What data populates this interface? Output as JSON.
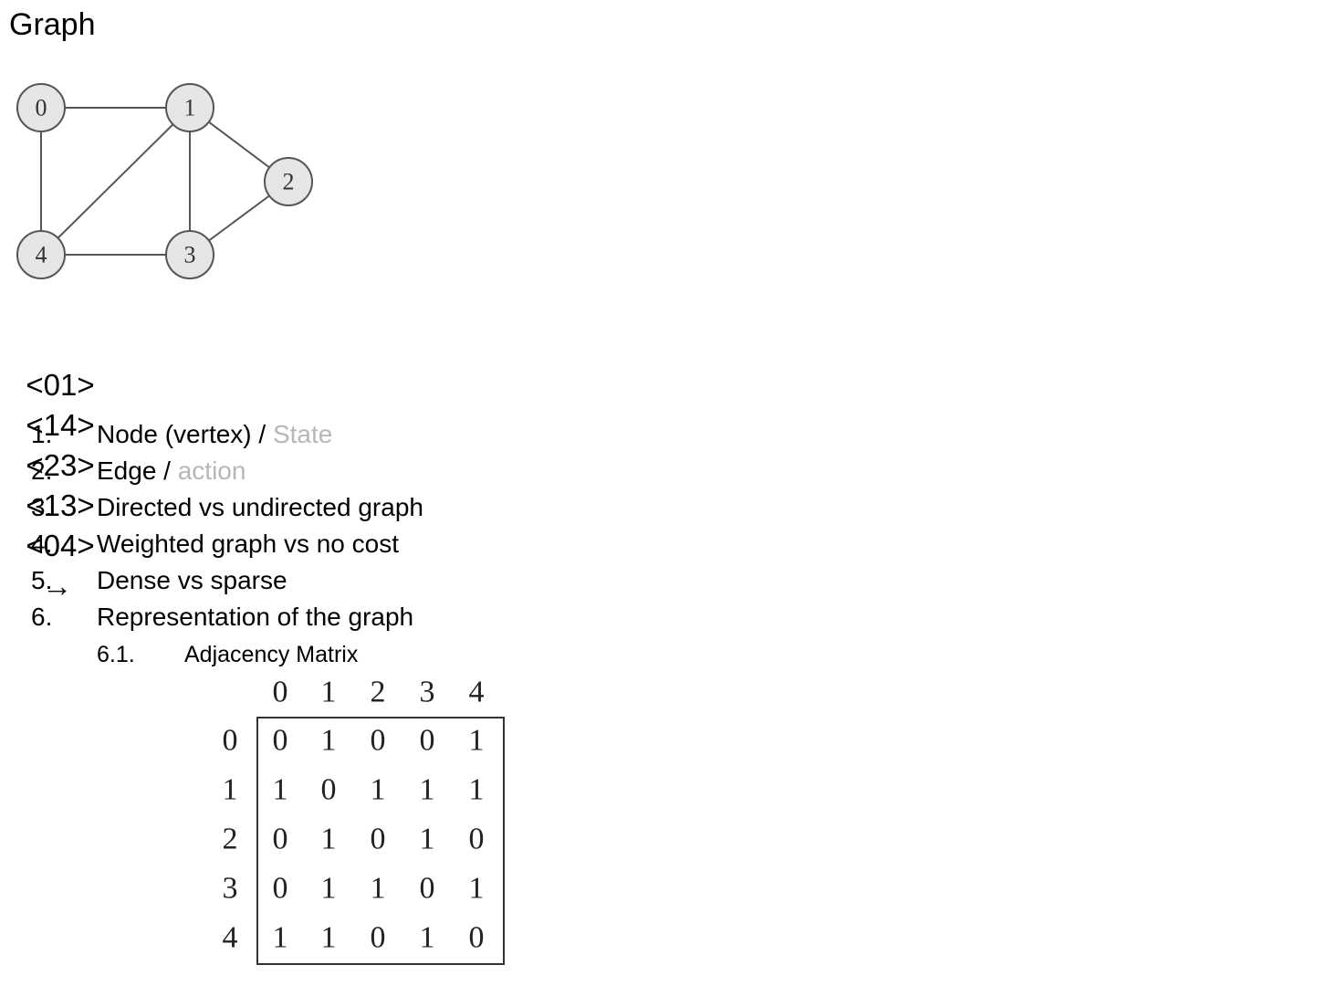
{
  "document": {
    "title": "Graph"
  },
  "graph": {
    "nodes": [
      {
        "id": "0",
        "label": "0"
      },
      {
        "id": "1",
        "label": "1"
      },
      {
        "id": "2",
        "label": "2"
      },
      {
        "id": "3",
        "label": "3"
      },
      {
        "id": "4",
        "label": "4"
      }
    ],
    "edges": [
      [
        "0",
        "1"
      ],
      [
        "0",
        "4"
      ],
      [
        "1",
        "4"
      ],
      [
        "1",
        "3"
      ],
      [
        "1",
        "2"
      ],
      [
        "2",
        "3"
      ],
      [
        "3",
        "4"
      ]
    ],
    "node_fill": "#e6e6e6",
    "edge_color": "#555555"
  },
  "edge_sequence": {
    "items": [
      "<01>",
      "<14>",
      "<23>",
      "<13>",
      "<04>"
    ],
    "arrow": "→"
  },
  "concepts": [
    {
      "num": "1.",
      "text": "Node (vertex) / ",
      "muted": "State"
    },
    {
      "num": "2.",
      "text": "Edge / ",
      "muted": "action"
    },
    {
      "num": "3.",
      "text": "Directed vs undirected graph",
      "muted": ""
    },
    {
      "num": "4.",
      "text": "Weighted graph vs no cost",
      "muted": ""
    },
    {
      "num": "5.",
      "text": "Dense vs sparse",
      "muted": ""
    },
    {
      "num": "6.",
      "text": "Representation of the graph",
      "muted": ""
    }
  ],
  "subconcept": {
    "num": "6.1.",
    "text": "Adjacency Matrix"
  },
  "adjacency_matrix": {
    "col_headers": [
      "0",
      "1",
      "2",
      "3",
      "4"
    ],
    "row_headers": [
      "0",
      "1",
      "2",
      "3",
      "4"
    ],
    "rows": [
      [
        "0",
        "1",
        "0",
        "0",
        "1"
      ],
      [
        "1",
        "0",
        "1",
        "1",
        "1"
      ],
      [
        "0",
        "1",
        "0",
        "1",
        "0"
      ],
      [
        "0",
        "1",
        "1",
        "0",
        "1"
      ],
      [
        "1",
        "1",
        "0",
        "1",
        "0"
      ]
    ]
  },
  "colors": {
    "muted_text": "#b7b7b7",
    "text": "#000000"
  }
}
